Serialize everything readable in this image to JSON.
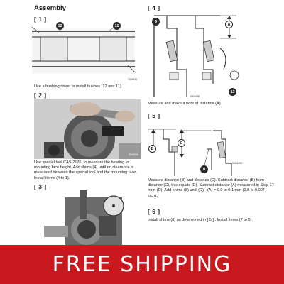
{
  "document": {
    "heading": "Assembly",
    "steps": [
      {
        "label": "[ 1 ]",
        "text": "Use a bushing driver to install bushes (12 and 11).",
        "callouts": [
          "12",
          "11"
        ],
        "fig_code": "T55K408"
      },
      {
        "label": "[ 2 ]",
        "text": "Use special tool CAS 2176, to measure the bearing to mounting face height. Add shims (4) until no clearance is measured between the special tool and the mounting face. Install items (4 to 1).",
        "fig_code": "SM0493A"
      },
      {
        "label": "[ 3 ]"
      },
      {
        "label": "[ 4 ]",
        "text": "Measure and make a note of distance (A).",
        "callouts": [
          "9",
          "A",
          "13"
        ],
        "fig_code": "SM0493B"
      },
      {
        "label": "[ 5 ]",
        "text": "Measure distance (B) and distance (C). Subtract distance (B) from distance (C), this equals (D). Subtract distance (A) measured in Step 17 from (D). Add shims (8) until (D) - (A) = 0.0 to 0.1 mm (0.0 to 0.004 inch).",
        "callouts": [
          "B",
          "C",
          "8"
        ],
        "fig_code": "SM0493C"
      },
      {
        "label": "[ 6 ]",
        "text": "Install shims (8) as determined in [ 5 ] . Install items (7 to 5)."
      }
    ]
  },
  "banner": {
    "text": "FREE SHIPPING",
    "background": "#c8191e",
    "color": "#ffffff"
  }
}
